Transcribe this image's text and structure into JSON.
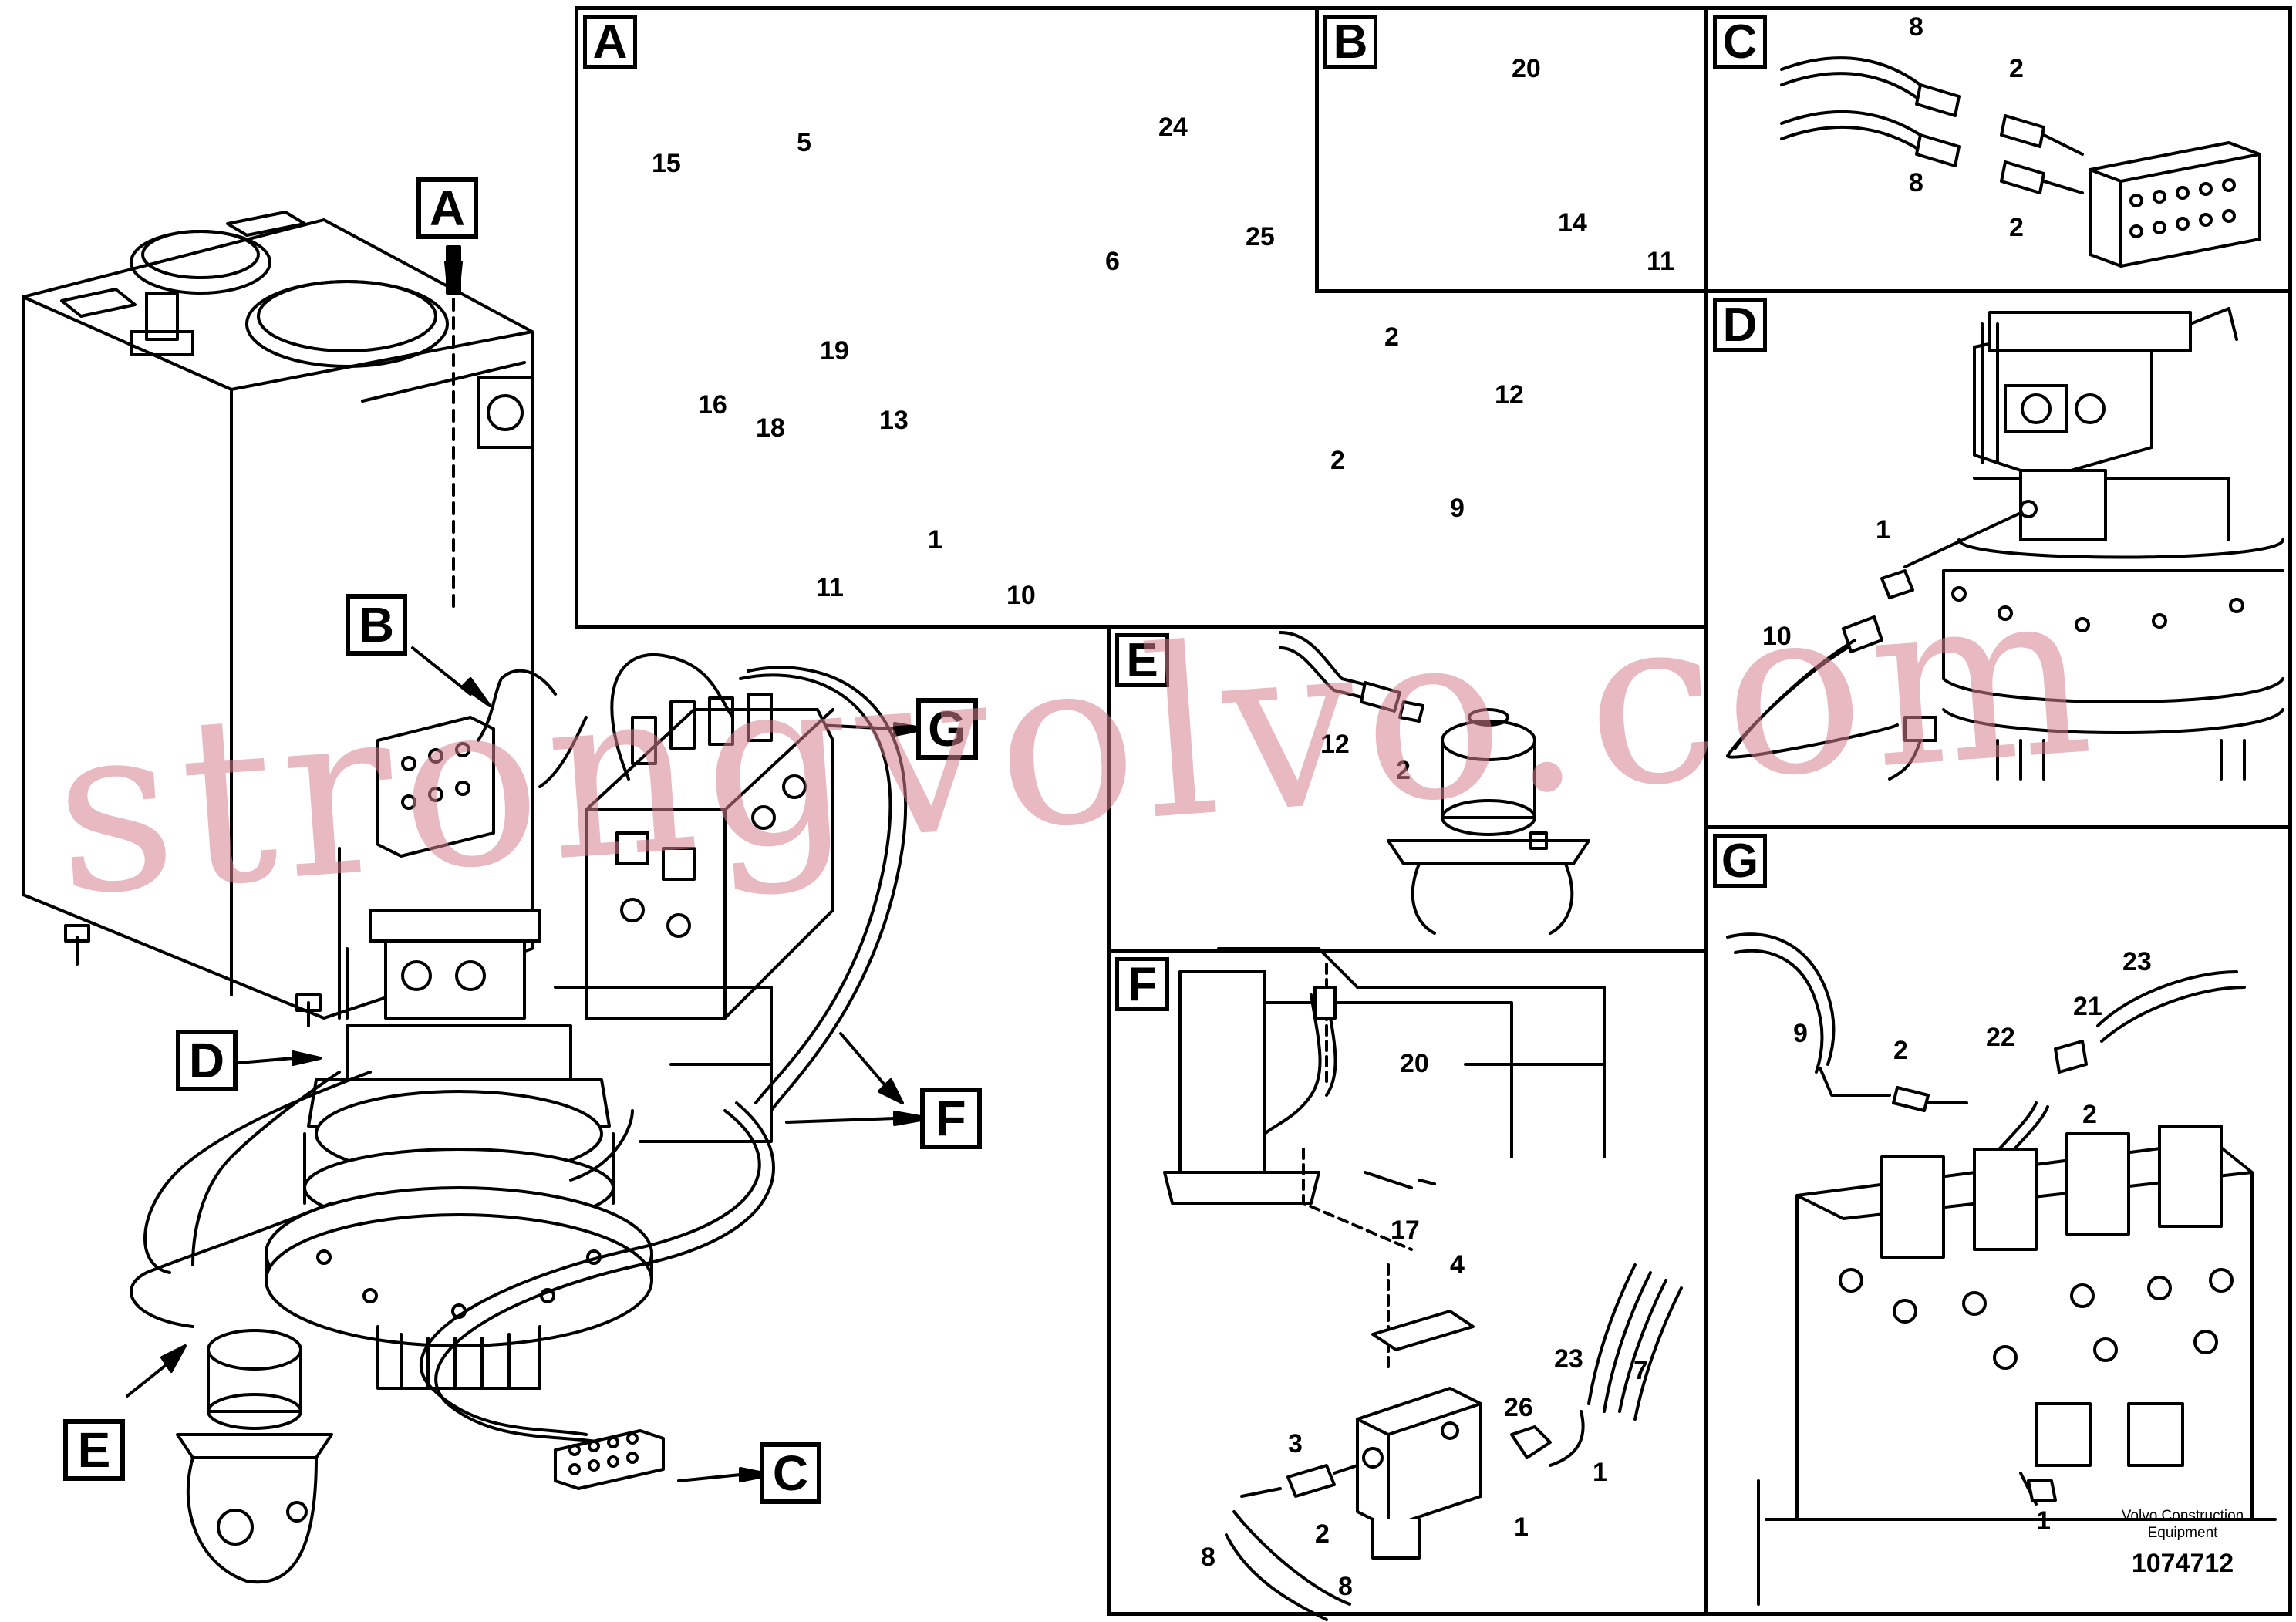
{
  "panels": {
    "a": {
      "label": "A"
    },
    "b": {
      "label": "B"
    },
    "c": {
      "label": "C"
    },
    "d": {
      "label": "D"
    },
    "e": {
      "label": "E"
    },
    "f": {
      "label": "F"
    },
    "g": {
      "label": "G"
    }
  },
  "overview_callouts": {
    "a": "A",
    "b": "B",
    "c": "C",
    "d": "D",
    "e": "E",
    "f": "F",
    "g": "G"
  },
  "part_numbers": {
    "a": [
      "15",
      "5",
      "24",
      "6",
      "25",
      "19",
      "16",
      "18",
      "13",
      "11",
      "1",
      "10",
      "2",
      "2",
      "12",
      "9"
    ],
    "b": [
      "20",
      "14",
      "11"
    ],
    "c": [
      "8",
      "2",
      "8",
      "2"
    ],
    "d": [
      "1",
      "10"
    ],
    "e": [
      "12",
      "2"
    ],
    "f": [
      "20",
      "17",
      "4",
      "23",
      "7",
      "26",
      "3",
      "1",
      "2",
      "1",
      "8",
      "8"
    ],
    "g": [
      "9",
      "2",
      "22",
      "21",
      "23",
      "2",
      "1"
    ]
  },
  "footer": {
    "brand_line1": "Volvo Construction",
    "brand_line2": "Equipment",
    "drawing_number": "1074712"
  },
  "watermark": "strongvolvo.com",
  "colors": {
    "line": "#000000",
    "watermark": "#d6808c"
  }
}
